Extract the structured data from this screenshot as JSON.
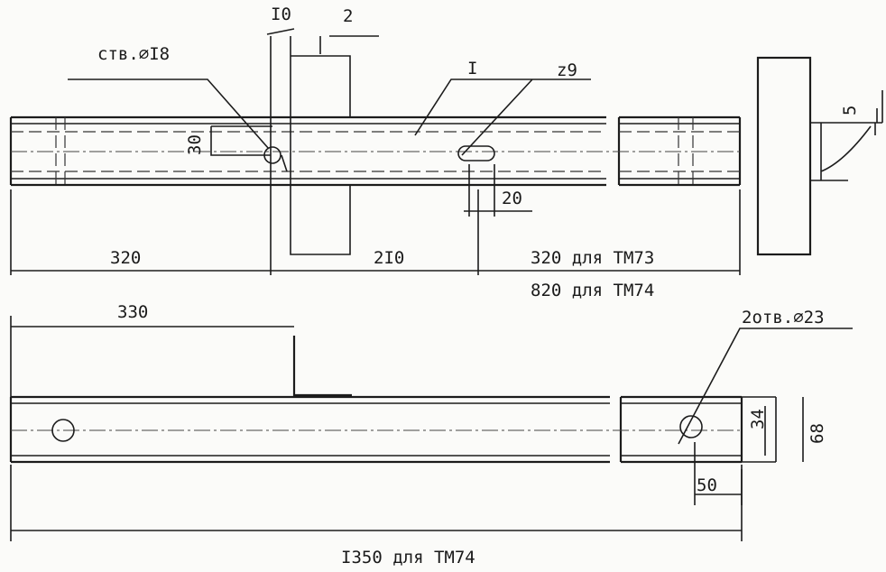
{
  "drawing": {
    "labels": {
      "dim_10": "I0",
      "part_2": "2",
      "hole_18": "ств.⌀I8",
      "part_1": "I",
      "slot_9": "z9",
      "dim_30": "30",
      "dim_5": "5",
      "dim_20": "20",
      "dim_320": "320",
      "dim_210": "2I0",
      "dim_320_tm73": "320 для ТМ73",
      "dim_820_tm74": "820 для ТМ74",
      "dim_330": "330",
      "holes_23": "2отв.⌀23",
      "dim_34": "34",
      "dim_68": "68",
      "dim_50": "50",
      "dim_1350_tm74": "I350 для ТМ74"
    }
  }
}
